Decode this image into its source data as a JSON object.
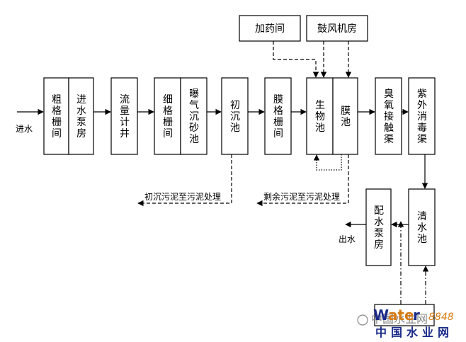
{
  "nodes": {
    "coarse_screen": "粗格栅间",
    "intake_pump": "进水泵房",
    "flow_well": "流量计井",
    "fine_screen": "细格栅间",
    "aerated_grit": "曝气沉砂池",
    "primary_settling": "初沉池",
    "membrane_screen": "膜格栅间",
    "bio_tank": "生物池",
    "membrane_tank": "膜池",
    "ozone_contact": "臭氧接触渠",
    "uv_channel": "紫外消毒渠",
    "clear_water": "清水池",
    "distribution_pump": "配水泵房",
    "dosing_room": "加药间",
    "blower_room": "鼓风机房"
  },
  "labels": {
    "inlet": "进水",
    "outlet": "出水",
    "primary_sludge": "初沉污泥至污泥处理",
    "excess_sludge": "剩余污泥至污泥处理"
  },
  "watermark": {
    "brand_prefix": "W",
    "brand_middle": "ate",
    "brand_suffix": "r",
    "number": "8848",
    "cn_text": "中国水业网",
    "wechat_mark": "中国水业网"
  }
}
